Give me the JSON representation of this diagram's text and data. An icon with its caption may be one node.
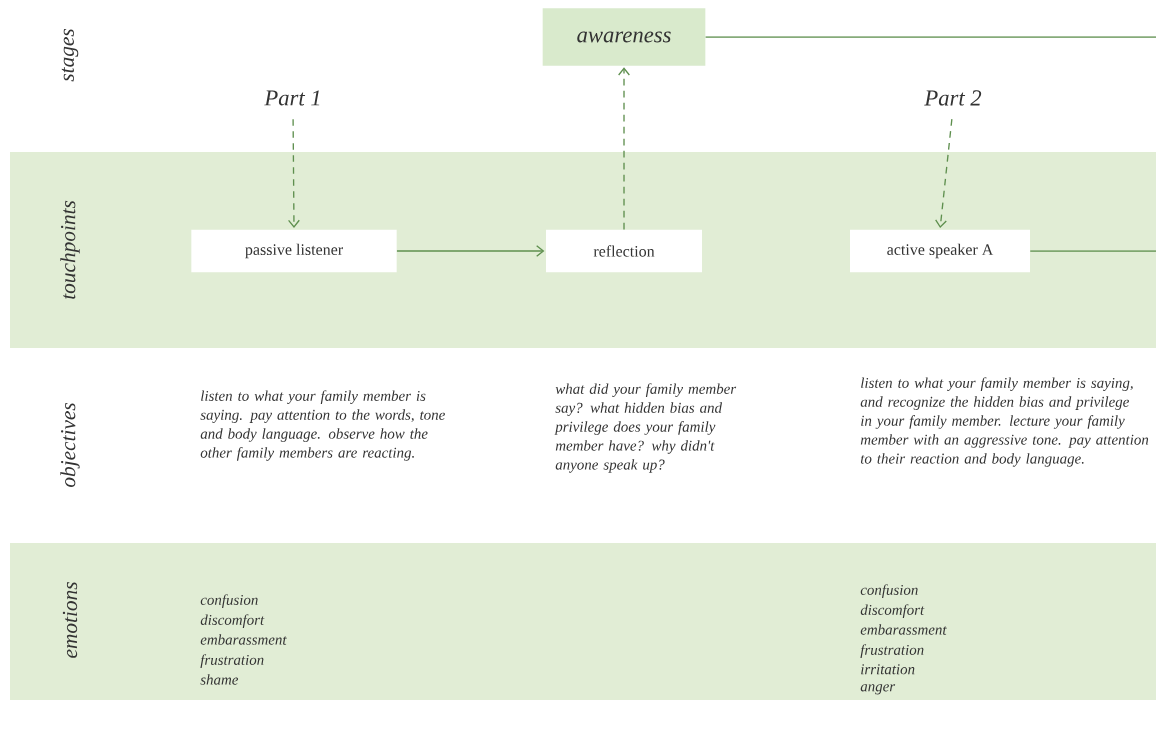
{
  "diagram": {
    "nodes": [
      {
        "text": [
          "awareness"
        ]
      },
      {
        "text": [
          "Part 1"
        ]
      },
      {
        "text": [
          "Part 2"
        ]
      },
      {
        "text": [
          "passive listener"
        ]
      },
      {
        "text": [
          "reflection"
        ]
      },
      {
        "text": [
          "active speaker A"
        ]
      }
    ],
    "edges": [
      {
        "from": 0,
        "to": null,
        "arrow": "none"
      },
      {
        "from": 1,
        "to": 3,
        "arrow": "to",
        "style": "dashed"
      },
      {
        "from": 4,
        "to": 0,
        "arrow": "to",
        "style": "dashed"
      },
      {
        "from": 2,
        "to": 5,
        "arrow": "to",
        "style": "dashed"
      },
      {
        "from": 3,
        "to": 4,
        "arrow": "to"
      },
      {
        "from": 5,
        "to": null,
        "arrow": "none"
      }
    ],
    "labels": [
      "stages",
      "touchpoints",
      "objectives",
      "emotions",
      "listen to what your family member is saying. pay attention to the words, tone and body language. observe how the other family members are reacting.",
      "what did your family member say? what hidden bias and privilege does your family member have? why didn't anyone speak up?",
      "listen to what your family member is saying, and recognize the hidden bias and privilege in your family member. lecture your family member with an aggressive tone. pay attention to their reaction and body language.",
      "confusion",
      "discomfort",
      "embarassment",
      "frustration",
      "shame",
      "confusion",
      "discomfort",
      "embarassment",
      "frustration",
      "irritation",
      "anger"
    ]
  }
}
